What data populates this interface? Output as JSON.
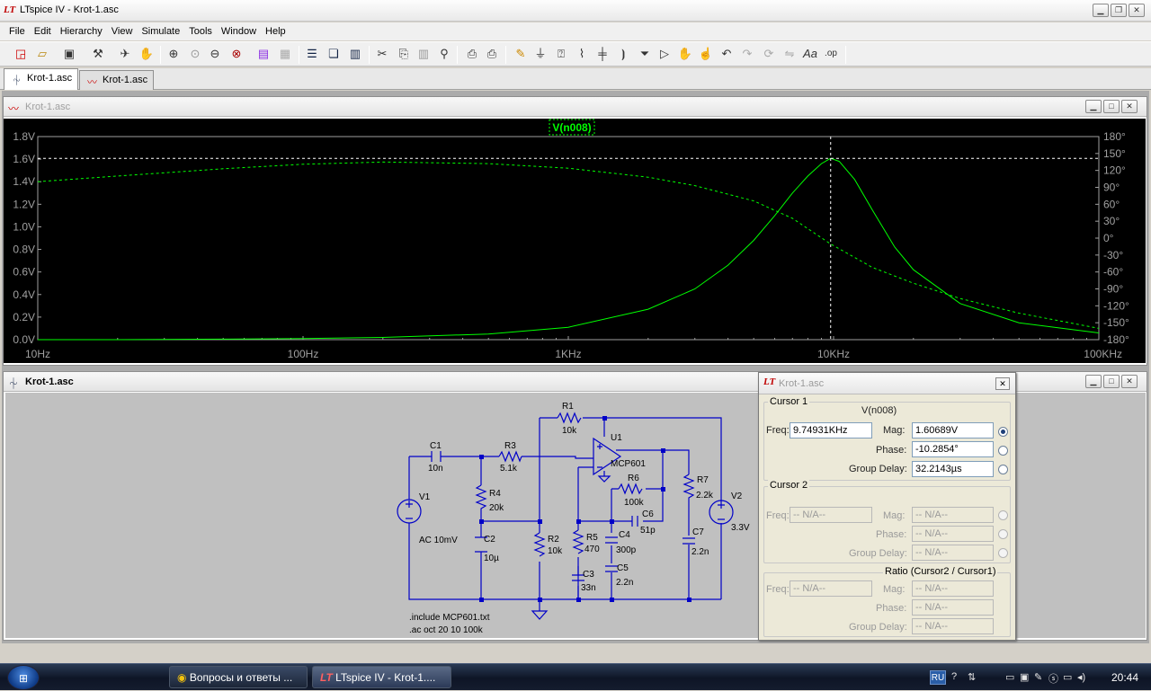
{
  "app": {
    "title": "LTspice IV - Krot-1.asc"
  },
  "menu": [
    "File",
    "Edit",
    "Hierarchy",
    "View",
    "Simulate",
    "Tools",
    "Window",
    "Help"
  ],
  "tabs": [
    {
      "label": "Krot-1.asc"
    },
    {
      "label": "Krot-1.asc"
    }
  ],
  "plot_window": {
    "title": "Krot-1.asc",
    "trace_label": "V(n008)",
    "colors": {
      "background": "#000000",
      "trace": "#00ff00",
      "axes": "#a0a0a0",
      "cursor": "#ffffff"
    }
  },
  "chart_data": {
    "type": "line",
    "title": "",
    "xlabel": "",
    "ylabel": "",
    "x_scale": "log",
    "xlim": [
      10,
      100000
    ],
    "ylim": [
      0,
      1.8
    ],
    "y2lim": [
      -180,
      180
    ],
    "grid": false,
    "legend": "top-center",
    "x_ticks": [
      "10Hz",
      "100Hz",
      "1KHz",
      "10KHz",
      "100KHz"
    ],
    "y_ticks": [
      "0.0V",
      "0.2V",
      "0.4V",
      "0.6V",
      "0.8V",
      "1.0V",
      "1.2V",
      "1.4V",
      "1.6V",
      "1.8V"
    ],
    "y2_ticks": [
      "-180°",
      "-150°",
      "-120°",
      "-90°",
      "-60°",
      "-30°",
      "0°",
      "30°",
      "60°",
      "90°",
      "120°",
      "150°",
      "180°"
    ],
    "series": [
      {
        "name": "V(n008)",
        "axis": "magnitude",
        "style": "solid",
        "x": [
          10,
          20,
          50,
          100,
          200,
          500,
          1000,
          2000,
          3000,
          4000,
          5000,
          6000,
          7000,
          8000,
          9000,
          9749,
          10500,
          12000,
          14000,
          17000,
          20000,
          30000,
          50000,
          100000
        ],
        "y": [
          0.0,
          0.0,
          0.005,
          0.01,
          0.02,
          0.05,
          0.11,
          0.27,
          0.45,
          0.66,
          0.88,
          1.1,
          1.3,
          1.45,
          1.56,
          1.607,
          1.58,
          1.42,
          1.15,
          0.82,
          0.62,
          0.32,
          0.15,
          0.06
        ]
      },
      {
        "name": "V(n008)",
        "axis": "phase",
        "style": "dashed",
        "x": [
          10,
          20,
          50,
          100,
          200,
          500,
          1000,
          2000,
          3000,
          5000,
          7000,
          9749,
          14000,
          20000,
          30000,
          50000,
          100000
        ],
        "y": [
          100,
          110,
          123,
          131,
          135,
          132,
          124,
          108,
          93,
          66,
          35,
          -10.29,
          -52,
          -80,
          -107,
          -133,
          -160
        ]
      }
    ],
    "cursor": {
      "x": 9749.31,
      "y": 1.60689
    }
  },
  "schematic_window": {
    "title": "Krot-1.asc",
    "labels": {
      "C1": "C1",
      "C1v": "10n",
      "R3": "R3",
      "R3v": "5.1k",
      "R1": "R1",
      "R1v": "10k",
      "U1": "U1",
      "U1v": "MCP601",
      "R6": "R6",
      "R6v": "100k",
      "C6": "C6",
      "C6v": "51p",
      "R7": "R7",
      "R7v": "2.2k",
      "V2": "V2",
      "V2v": "3.3V",
      "V1": "V1",
      "V1v": "AC 10mV",
      "R4": "R4",
      "R4v": "20k",
      "C2": "C2",
      "C2v": "10µ",
      "R2": "R2",
      "R2v": "10k",
      "R5": "R5",
      "R5v": "470",
      "C4": "C4",
      "C4v": "300p",
      "C3": "C3",
      "C3v": "33n",
      "C5": "C5",
      "C5v": "2.2n",
      "C7": "C7",
      "C7v": "2.2n"
    },
    "directives": [
      ".include MCP601.txt",
      ".ac oct 20 10 100k"
    ]
  },
  "cursor_window": {
    "title": "Krot-1.asc",
    "cursor1": {
      "label": "Cursor 1",
      "trace": "V(n008)",
      "freq_label": "Freq:",
      "freq": "9.74931KHz",
      "mag_label": "Mag:",
      "mag": "1.60689V",
      "phase_label": "Phase:",
      "phase": "-10.2854°",
      "gd_label": "Group Delay:",
      "gd": "32.2143µs"
    },
    "cursor2": {
      "label": "Cursor 2",
      "freq_label": "Freq:",
      "freq": "-- N/A--",
      "mag_label": "Mag:",
      "mag": "-- N/A--",
      "phase_label": "Phase:",
      "phase": "-- N/A--",
      "gd_label": "Group Delay:",
      "gd": "-- N/A--"
    },
    "ratio": {
      "label": "Ratio (Cursor2 / Cursor1)",
      "freq_label": "Freq:",
      "freq": "-- N/A--",
      "mag_label": "Mag:",
      "mag": "-- N/A--",
      "phase_label": "Phase:",
      "phase": "-- N/A--",
      "gd_label": "Group Delay:",
      "gd": "-- N/A--"
    }
  },
  "taskbar": {
    "tasks": [
      {
        "label": "Вопросы и ответы ..."
      },
      {
        "label": "LTspice IV - Krot-1...."
      }
    ],
    "lang": "RU",
    "clock": "20:44"
  }
}
